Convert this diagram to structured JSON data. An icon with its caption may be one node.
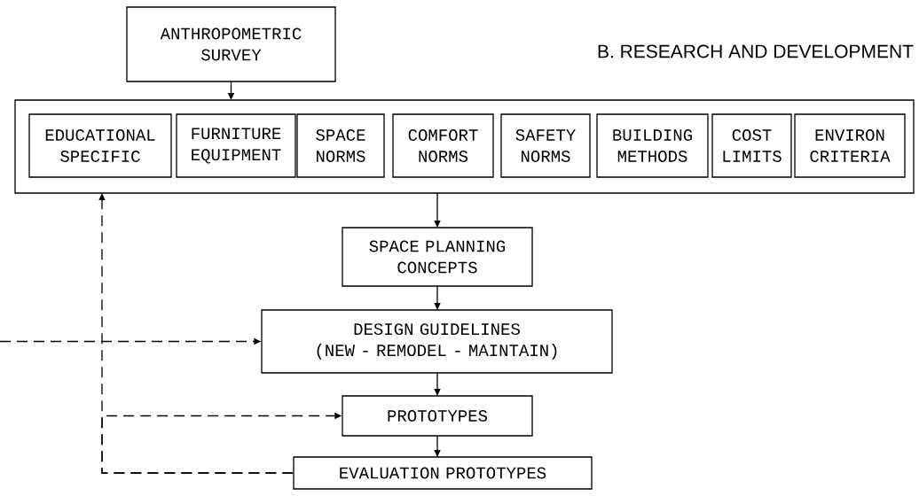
{
  "diagram": {
    "title": "B. RESEARCH AND DEVELOPMENT",
    "nodes": [
      {
        "text": [
          "ANTHROPOMETRIC SURVEY"
        ]
      },
      {
        "text": [],
        "shape": "box"
      },
      {
        "text": [
          "EDUCATIONAL SPECIFIC"
        ],
        "in": 1
      },
      {
        "text": [
          "FURNITURE EQUIPMENT"
        ],
        "in": 1
      },
      {
        "text": [
          "SPACE NORMS"
        ],
        "in": 1
      },
      {
        "text": [
          "COMFORT NORMS"
        ],
        "in": 1
      },
      {
        "text": [
          "SAFETY NORMS"
        ],
        "in": 1
      },
      {
        "text": [
          "BUILDING METHODS"
        ],
        "in": 1
      },
      {
        "text": [
          "COST LIMITS"
        ],
        "in": 1
      },
      {
        "text": [
          "ENVIRON CRITERIA"
        ],
        "in": 1
      },
      {
        "text": [
          "SPACE PLANNING CONCEPTS"
        ]
      },
      {
        "text": [
          "DESIGN GUIDELINES",
          "(NEW - REMODEL - MAINTAIN)"
        ]
      },
      {
        "text": [
          "PROTOTYPES"
        ]
      },
      {
        "text": [
          "EVALUATION PROTOTYPES"
        ]
      }
    ],
    "edges": [
      {
        "from": 0,
        "to": 1,
        "arrow": "to"
      },
      {
        "from": 1,
        "to": 10,
        "arrow": "to"
      },
      {
        "from": 10,
        "to": 11,
        "arrow": "to"
      },
      {
        "from": 11,
        "to": 12,
        "arrow": "to"
      },
      {
        "from": 12,
        "to": 13,
        "arrow": "to"
      },
      {
        "from": 13,
        "to": 1,
        "arrow": "to",
        "style": "dashed"
      },
      {
        "from": 13,
        "to": 12,
        "arrow": "to",
        "style": "dashed"
      },
      {
        "from": null,
        "to": 11,
        "arrow": "to",
        "style": "dashed"
      }
    ]
  }
}
